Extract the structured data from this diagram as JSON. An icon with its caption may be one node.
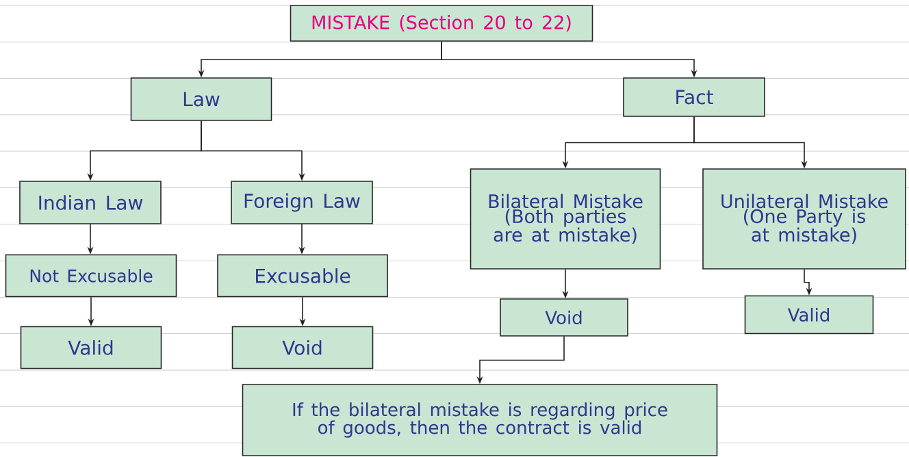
{
  "diagram": {
    "nodes": [
      {
        "text": [
          "MISTAKE (Section 20 to 22)"
        ]
      },
      {
        "text": [
          "Law"
        ]
      },
      {
        "text": [
          "Fact"
        ]
      },
      {
        "text": [
          "Indian Law"
        ]
      },
      {
        "text": [
          "Foreign Law"
        ]
      },
      {
        "text": [
          "Bilateral Mistake (Both parties are at mistake)"
        ]
      },
      {
        "text": [
          "Unilateral Mistake (One Party is at mistake)"
        ]
      },
      {
        "text": [
          "Not Excusable"
        ]
      },
      {
        "text": [
          "Excusable"
        ]
      },
      {
        "text": [
          "Void"
        ]
      },
      {
        "text": [
          "Valid"
        ]
      },
      {
        "text": [
          "Valid"
        ]
      },
      {
        "text": [
          "Void"
        ]
      },
      {
        "text": [
          "If the bilateral mistake is regarding price of goods, then the contract is valid"
        ]
      }
    ],
    "edges": [
      {
        "from": 0,
        "to": 1,
        "arrow": "to"
      },
      {
        "from": 0,
        "to": 2,
        "arrow": "to"
      },
      {
        "from": 1,
        "to": 3,
        "arrow": "to"
      },
      {
        "from": 1,
        "to": 4,
        "arrow": "to"
      },
      {
        "from": 2,
        "to": 5,
        "arrow": "to"
      },
      {
        "from": 2,
        "to": 6,
        "arrow": "to"
      },
      {
        "from": 3,
        "to": 7,
        "arrow": "to"
      },
      {
        "from": 4,
        "to": 8,
        "arrow": "to"
      },
      {
        "from": 5,
        "to": 9,
        "arrow": "to"
      },
      {
        "from": 6,
        "to": 10,
        "arrow": "to"
      },
      {
        "from": 7,
        "to": 11,
        "arrow": "to"
      },
      {
        "from": 8,
        "to": 12,
        "arrow": "to"
      },
      {
        "from": 9,
        "to": 13,
        "arrow": "to"
      }
    ]
  }
}
